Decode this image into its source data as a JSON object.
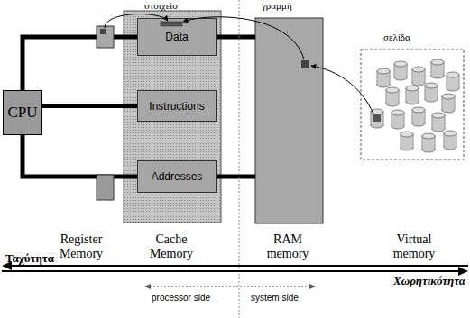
{
  "diagram": {
    "nodes": [
      {
        "text": [
          "CPU"
        ]
      },
      {
        "text": [
          "Data"
        ]
      },
      {
        "text": [
          "Instructions"
        ]
      },
      {
        "text": [
          "Addresses"
        ]
      }
    ],
    "edges": [
      {
        "from": 0,
        "to": 1,
        "arrow": "none"
      },
      {
        "from": 0,
        "to": 2,
        "arrow": "none"
      },
      {
        "from": 0,
        "to": 3,
        "arrow": "none"
      }
    ],
    "labels": [
      "στοιχείο",
      "γραμμή",
      "σελίδα",
      "Register Memory",
      "Cache Memory",
      "RAM memory",
      "Virtual memory",
      "Ταχύτητα",
      "Χωρητικότητα",
      "processor side",
      "system side"
    ]
  }
}
